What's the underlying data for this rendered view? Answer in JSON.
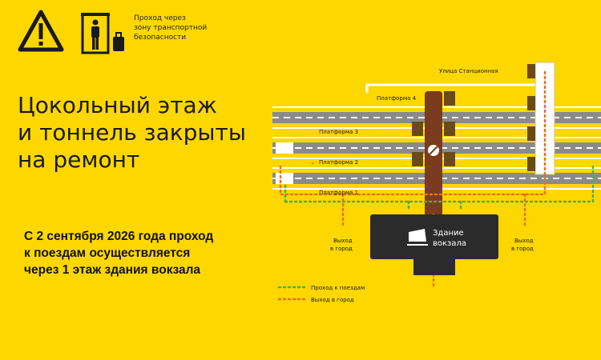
{
  "header": {
    "warning_icon": "warning-triangle-icon",
    "security_icon": "security-frame-icon",
    "security_lines": [
      "Проход через",
      "зону транспортной",
      "безопасности"
    ]
  },
  "headline": {
    "lines": [
      "Цокольный этаж",
      "и тоннель закрыты",
      "на ремонт"
    ]
  },
  "notice": {
    "lines": [
      "С 2 сентября  2026 года проход",
      "к поездам осуществляется",
      "через 1 этаж здания вокзала"
    ]
  },
  "scheme": {
    "street": "Улица Станционная",
    "platforms": [
      "Платформа 4",
      "Платформа 3",
      "Платформа 2",
      "Платформа 1"
    ],
    "station_lines": [
      "Здание",
      "вокзала"
    ],
    "exit_left": [
      "Выход",
      "в город"
    ],
    "exit_right": [
      "Выход",
      "в город"
    ],
    "legend": [
      {
        "label": "Проход к поездам",
        "color": "#4caf50"
      },
      {
        "label": "Выход в город",
        "color": "#e8701a"
      }
    ],
    "colors": {
      "background": "#fed700",
      "track": "#8a8a8a",
      "tunnel": "#7a3b1e",
      "station": "#2b2b2b",
      "stairs": "#6b4a1a"
    }
  }
}
